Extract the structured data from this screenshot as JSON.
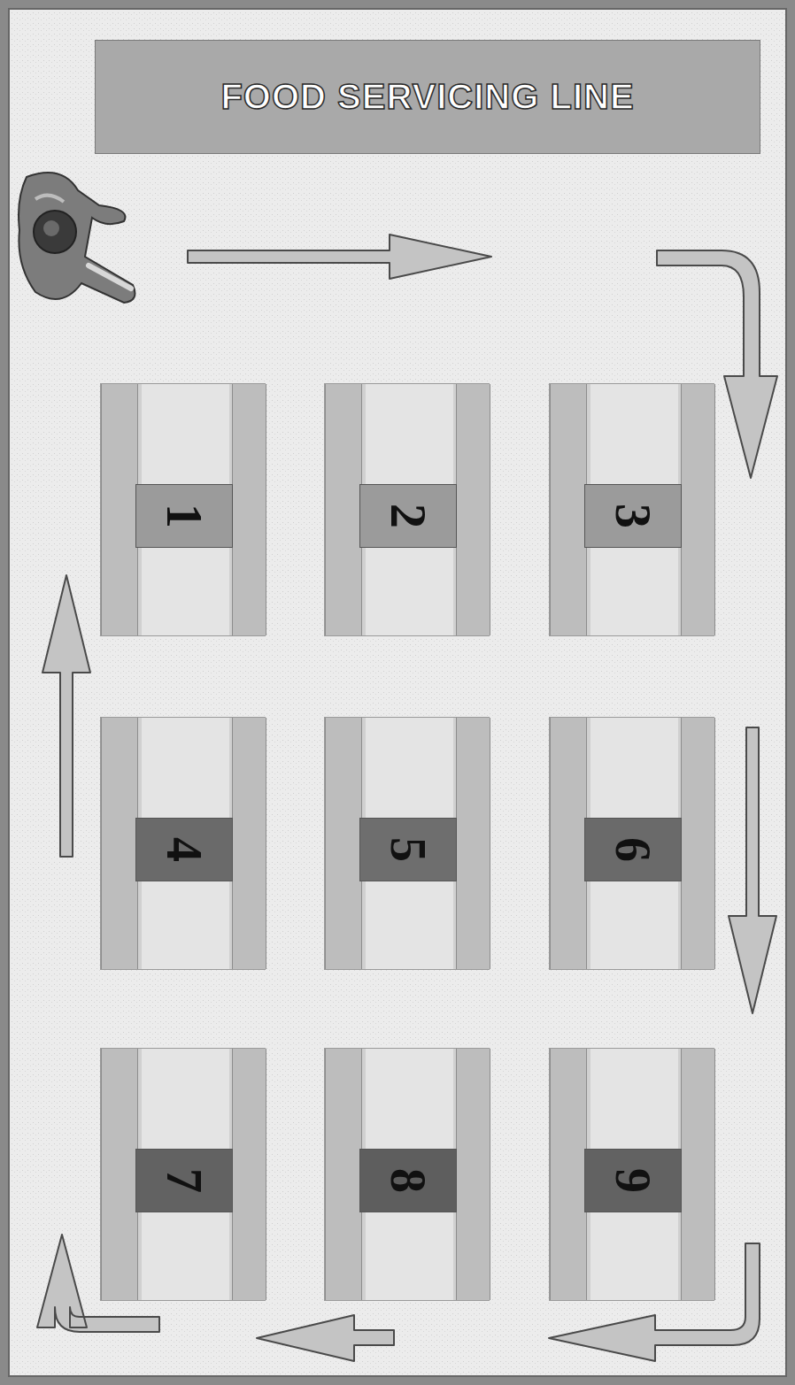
{
  "diagram": {
    "title": "FOOD SERVICING LINE",
    "nodes": [
      {
        "text": [
          "1"
        ]
      },
      {
        "text": [
          "2"
        ]
      },
      {
        "text": [
          "3"
        ]
      },
      {
        "text": [
          "4"
        ]
      },
      {
        "text": [
          "5"
        ]
      },
      {
        "text": [
          "6"
        ]
      },
      {
        "text": [
          "7"
        ]
      },
      {
        "text": [
          "8"
        ]
      },
      {
        "text": [
          "9"
        ]
      }
    ]
  }
}
